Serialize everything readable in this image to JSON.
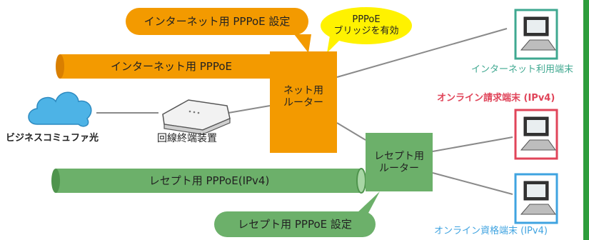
{
  "colors": {
    "orange": "#f39a00",
    "orange_dark": "#d97f00",
    "green": "#6cb06a",
    "green_dark": "#4f944d",
    "yellow": "#fff200",
    "cloud": "#4db3e6",
    "line": "#8a8a8a",
    "teal": "#3fa890",
    "red": "#e0455a",
    "blue": "#3fa3e0",
    "side_bar": "#2e9e3c"
  },
  "callouts": {
    "internet_setting": "インターネット用 PPPoE 設定",
    "bridge_line1": "PPPoE",
    "bridge_line2": "ブリッジを有効",
    "rezept_setting": "レセプト用 PPPoE 設定"
  },
  "tunnels": {
    "internet": "インターネット用 PPPoE",
    "rezept": "レセプト用 PPPoE(IPv4)"
  },
  "routers": {
    "net_line1": "ネット用",
    "net_line2": "ルーター",
    "rezept_line1": "レセプト用",
    "rezept_line2": "ルーター"
  },
  "network": {
    "cloud_label": "ビジネスコミュファ光",
    "onu_label": "回線終端装置"
  },
  "terminals": {
    "internet": "インターネット利用端末",
    "claim": "オンライン請求端末 (IPv4)",
    "qualification": "オンライン資格端末 (IPv4)"
  }
}
